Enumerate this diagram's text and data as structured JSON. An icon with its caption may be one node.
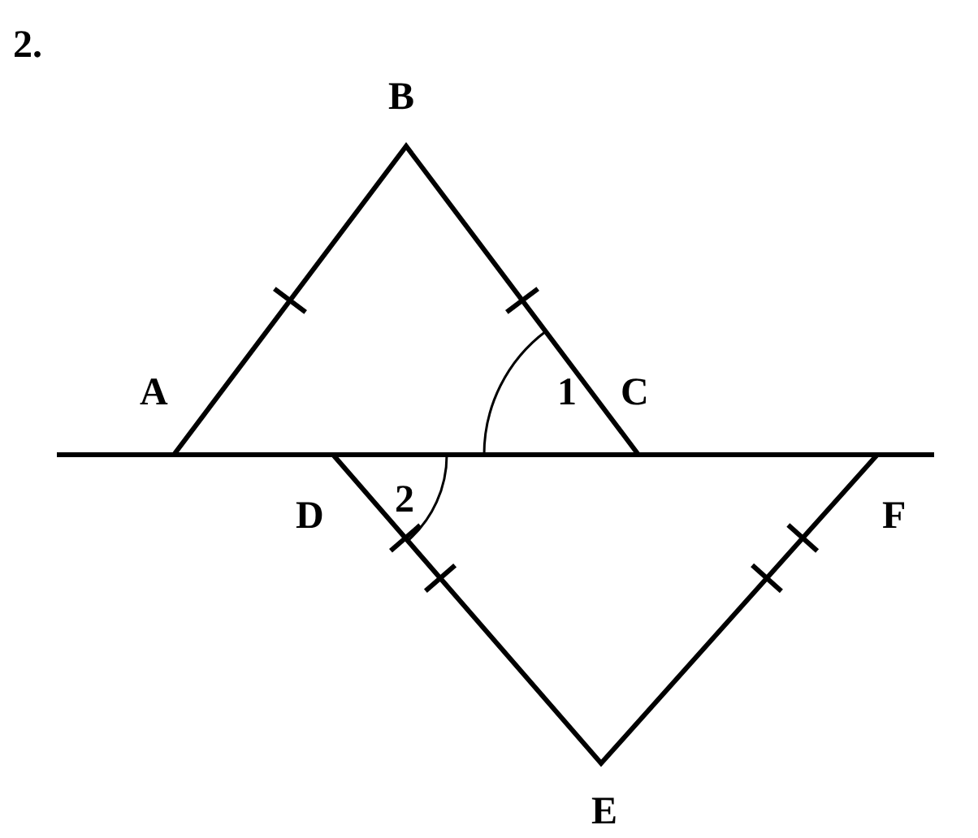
{
  "diagram": {
    "labels": [
      "2.",
      "B",
      "A",
      "1",
      "C",
      "D",
      "2",
      "F",
      "E"
    ]
  }
}
